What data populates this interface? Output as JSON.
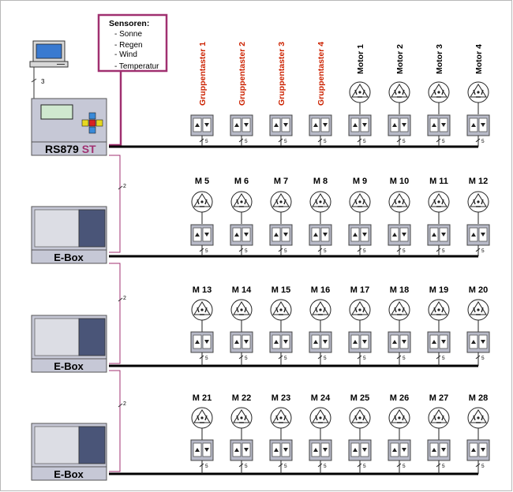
{
  "sensors": {
    "title": "Sensoren:",
    "items": [
      "- Sonne",
      "- Regen",
      "- Wind",
      "- Temperatur"
    ]
  },
  "controller": {
    "name": "RS879",
    "suffix": "ST",
    "pc_cable_count": "3"
  },
  "ebox": {
    "label": "E-Box"
  },
  "bus_cable_count": "2",
  "switch_cable_count": "5",
  "row1": [
    {
      "label": "Gruppentaster 1",
      "kind": "group"
    },
    {
      "label": "Gruppentaster 2",
      "kind": "group"
    },
    {
      "label": "Gruppentaster 3",
      "kind": "group"
    },
    {
      "label": "Gruppentaster 4",
      "kind": "group"
    },
    {
      "label": "Motor 1",
      "kind": "motor"
    },
    {
      "label": "Motor 2",
      "kind": "motor"
    },
    {
      "label": "Motor 3",
      "kind": "motor"
    },
    {
      "label": "Motor 4",
      "kind": "motor"
    }
  ],
  "rows": [
    [
      "M 5",
      "M 6",
      "M 7",
      "M 8",
      "M 9",
      "M 10",
      "M 11",
      "M 12"
    ],
    [
      "M 13",
      "M 14",
      "M 15",
      "M 16",
      "M 17",
      "M 18",
      "M 19",
      "M 20"
    ],
    [
      "M 21",
      "M 22",
      "M 23",
      "M 24",
      "M 25",
      "M 26",
      "M 27",
      "M 28"
    ]
  ],
  "colors": {
    "group_label": "#cc2200",
    "sensor_border": "#a03070",
    "st_suffix": "#a03070",
    "device_fill": "#c6c8d6",
    "device_panel": "#4a5a80",
    "ebox_dark": "#4a5578"
  }
}
